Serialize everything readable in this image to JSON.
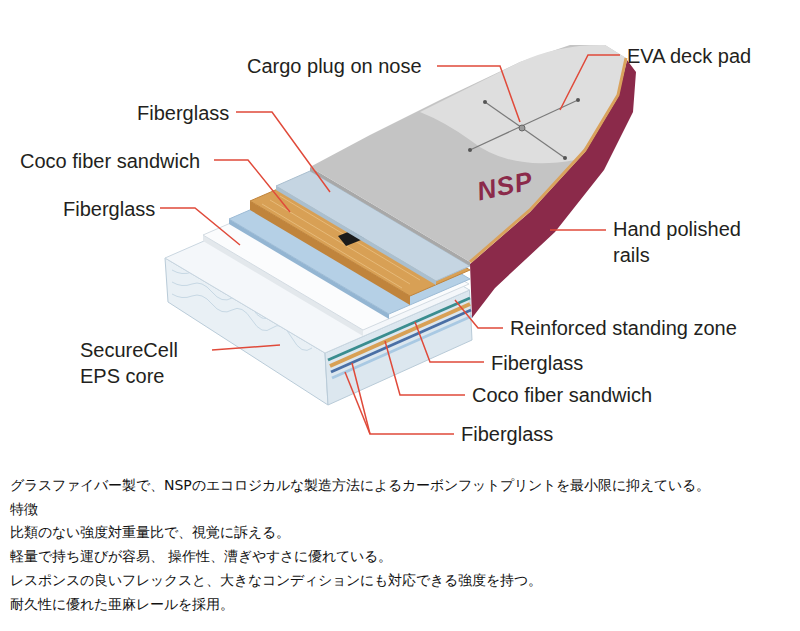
{
  "diagram": {
    "labels": [
      "Cargo plug on nose",
      "EVA deck pad",
      "Fiberglass",
      "Coco fiber sandwich",
      "Fiberglass",
      "Hand polished rails",
      "NSP",
      "Reinforced standing zone",
      "SecureCell EPS core",
      "Fiberglass",
      "Coco fiber sandwich",
      "Fiberglass",
      "グラスファイバー製で、NSPのエコロジカルな製造方法によるカーボンフットプリントを最小限に抑えている。",
      "特徴",
      "比類のない強度対重量比で、視覚に訴える。",
      "軽量で持ち運びが容易、 操作性、漕ぎやすさに優れている。",
      "レスポンスの良いフレックスと、大きなコンディションにも対応できる強度を持つ。",
      "耐久性に優れた亜麻レールを採用。"
    ]
  }
}
